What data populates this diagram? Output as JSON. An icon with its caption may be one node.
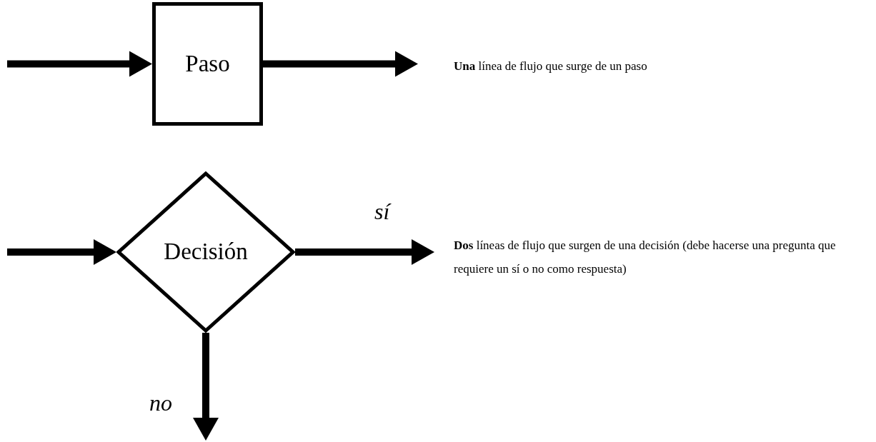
{
  "diagram": {
    "nodes": [
      {
        "text": [
          "Paso"
        ]
      },
      {
        "text": [
          "Decisión"
        ]
      }
    ],
    "edges": [
      {
        "from": null,
        "to": 0,
        "arrow": "to"
      },
      {
        "from": 0,
        "to": null,
        "arrow": "to"
      },
      {
        "from": null,
        "to": 1,
        "arrow": "to"
      },
      {
        "from": 1,
        "to": null,
        "arrow": "to",
        "label": "sí"
      },
      {
        "from": 1,
        "to": null,
        "arrow": "to",
        "label": "no"
      }
    ],
    "labels": [
      "**Una** línea de flujo que surge de un paso",
      "**Dos** líneas de flujo que surgen de una decisión (debe hacerse una pregunta que requiere un sí o no como respuesta)"
    ]
  }
}
